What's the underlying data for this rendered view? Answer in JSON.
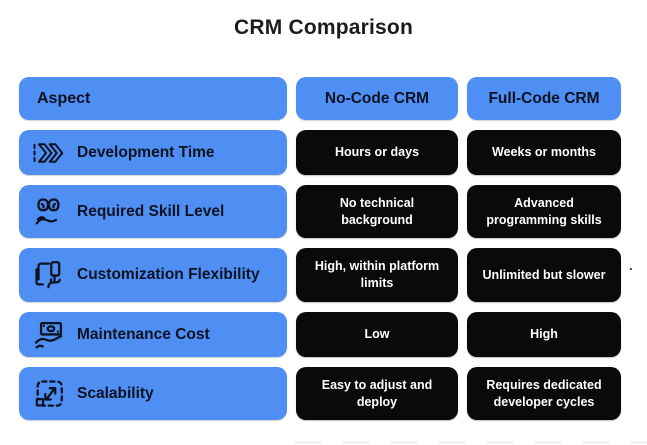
{
  "title": "CRM Comparison",
  "colors": {
    "accent_blue": "#4F8EF2",
    "cell_black": "#0A0A0A",
    "text_dark": "#0C1322",
    "text_light": "#FFFFFF"
  },
  "table": {
    "columns": [
      {
        "label": "Aspect"
      },
      {
        "label": "No-Code CRM"
      },
      {
        "label": "Full-Code CRM"
      }
    ],
    "rows": [
      {
        "icon": "fast-forward-icon",
        "aspect": "Development Time",
        "no_code": "Hours or days",
        "full_code": "Weeks or months"
      },
      {
        "icon": "brain-hand-icon",
        "aspect": "Required Skill Level",
        "no_code": "No technical background",
        "full_code": "Advanced programming skills"
      },
      {
        "icon": "devices-touch-icon",
        "aspect": "Customization Flexibility",
        "no_code": "High, within platform limits",
        "full_code": "Unlimited but slower"
      },
      {
        "icon": "money-hand-icon",
        "aspect": "Maintenance Cost",
        "no_code": "Low",
        "full_code": "High"
      },
      {
        "icon": "scale-expand-icon",
        "aspect": "Scalability",
        "no_code": "Easy to adjust and deploy",
        "full_code": "Requires dedicated developer cycles"
      }
    ]
  },
  "artifacts": {
    "stray_dot": "."
  },
  "chart_data": {
    "type": "table",
    "title": "CRM Comparison",
    "columns": [
      "Aspect",
      "No-Code CRM",
      "Full-Code CRM"
    ],
    "rows": [
      [
        "Development Time",
        "Hours or days",
        "Weeks or months"
      ],
      [
        "Required Skill Level",
        "No technical background",
        "Advanced programming skills"
      ],
      [
        "Customization Flexibility",
        "High, within platform limits",
        "Unlimited but slower"
      ],
      [
        "Maintenance Cost",
        "Low",
        "High"
      ],
      [
        "Scalability",
        "Easy to adjust and deploy",
        "Requires dedicated developer cycles"
      ]
    ],
    "layout": {
      "header_style": "blue",
      "value_style": "black-pill",
      "grid": "off"
    }
  }
}
